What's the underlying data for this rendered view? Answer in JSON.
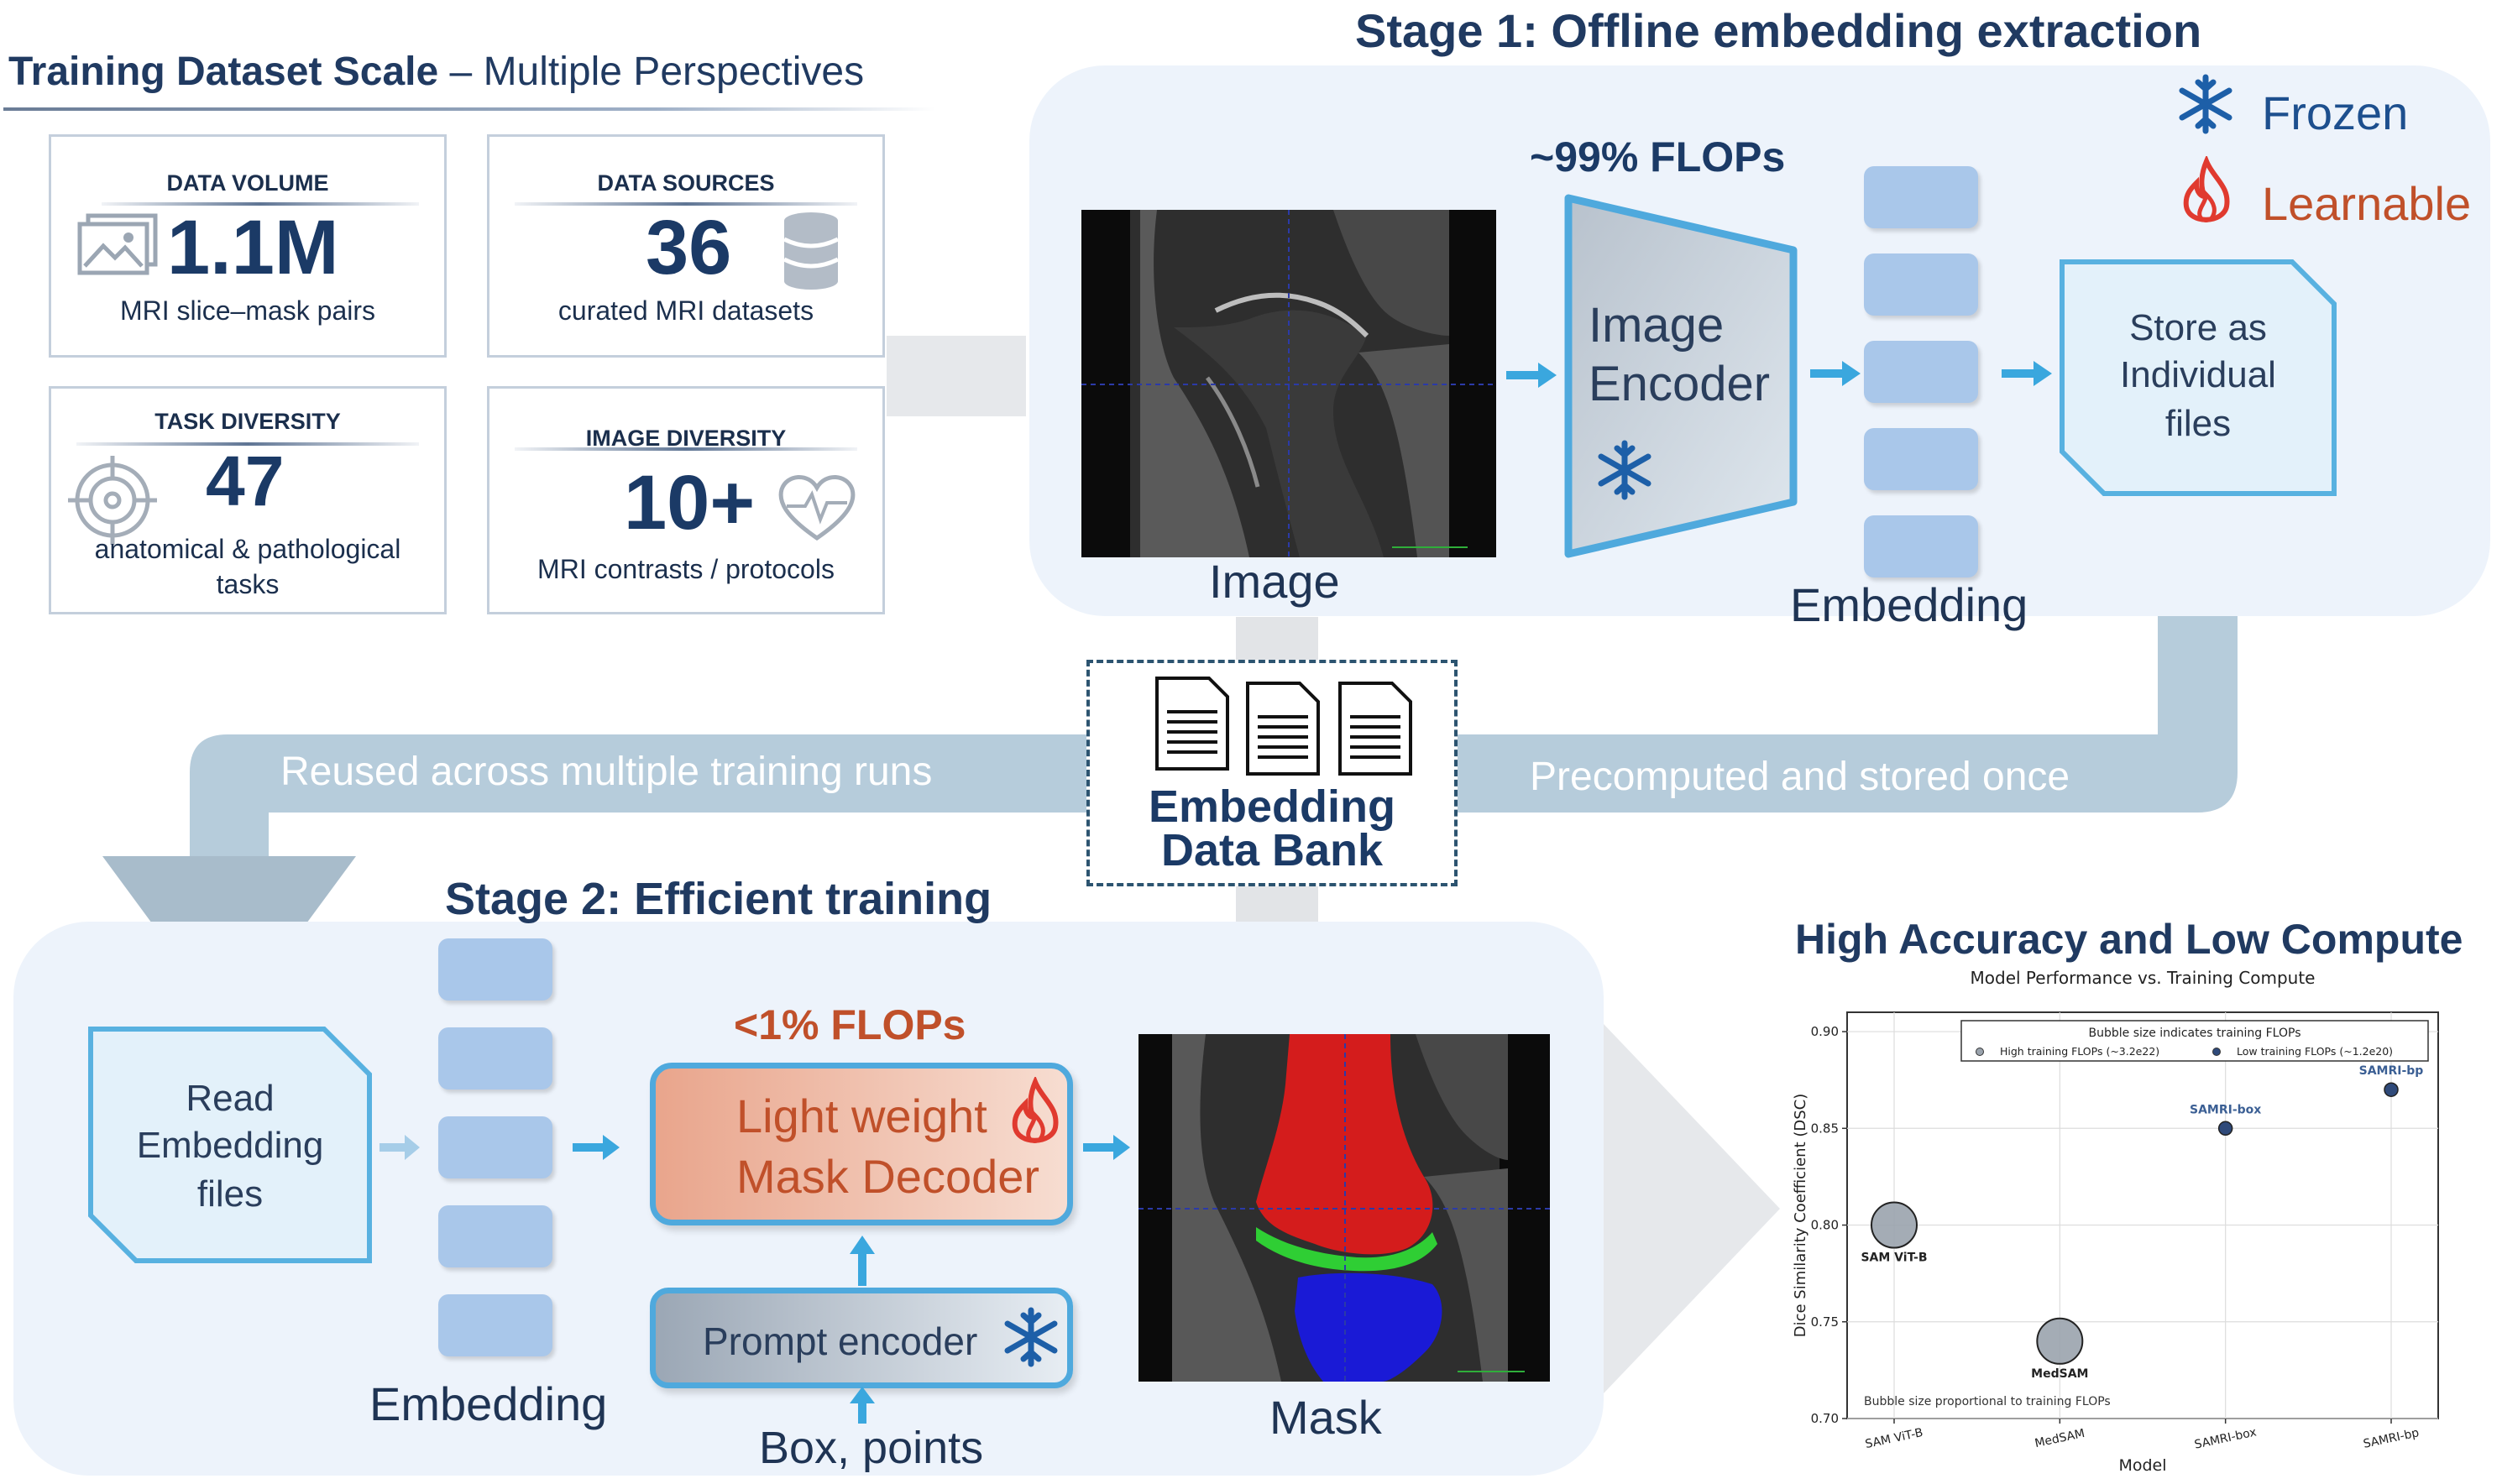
{
  "dataset": {
    "title_bold": "Training Dataset Scale",
    "title_rest": " – Multiple Perspectives",
    "cards": [
      {
        "label": "DATA VOLUME",
        "value": "1.1M",
        "sub": "MRI slice–mask pairs",
        "icon": "image-icon"
      },
      {
        "label": "DATA SOURCES",
        "value": "36",
        "sub": "curated MRI datasets",
        "icon": "database-icon"
      },
      {
        "label": "TASK DIVERSITY",
        "value": "47",
        "sub": "anatomical & pathological tasks",
        "icon": "target-icon"
      },
      {
        "label": "IMAGE DIVERSITY",
        "value": "10+",
        "sub": "MRI contrasts / protocols",
        "icon": "heart-pulse-icon"
      }
    ]
  },
  "stage1": {
    "title": "Stage 1: Offline embedding extraction",
    "flops": "~99% FLOPs",
    "image_label": "Image",
    "encoder_label_1": "Image",
    "encoder_label_2": "Encoder",
    "embedding_label": "Embedding",
    "store_label_1": "Store as",
    "store_label_2": "Individual",
    "store_label_3": "files"
  },
  "legend": {
    "frozen": "Frozen",
    "learnable": "Learnable",
    "frozen_color": "#1d5fa8",
    "learnable_color": "#c0502a"
  },
  "bank": {
    "label_1": "Embedding",
    "label_2": "Data Bank",
    "reused": "Reused across multiple training runs",
    "precomputed": "Precomputed and stored once"
  },
  "stage2": {
    "title": "Stage 2: Efficient training",
    "flops": "<1% FLOPs",
    "read_1": "Read",
    "read_2": "Embedding",
    "read_3": "files",
    "embedding_label": "Embedding",
    "decoder_1": "Light weight",
    "decoder_2": "Mask Decoder",
    "prompt_encoder": "Prompt encoder",
    "prompt_input": "Box, points",
    "mask_label": "Mask"
  },
  "chart_section": {
    "heading": "High Accuracy and Low Compute"
  },
  "chart_data": {
    "type": "scatter",
    "title": "Model Performance vs. Training Compute",
    "xlabel": "Model",
    "ylabel": "Dice Similarity Coefficient (DSC)",
    "categories": [
      "SAM ViT-B",
      "MedSAM",
      "SAMRI-box",
      "SAMRI-bp"
    ],
    "y_ticks": [
      "0.70",
      "0.75",
      "0.80",
      "0.85",
      "0.90"
    ],
    "ylim": [
      0.7,
      0.91
    ],
    "grid": true,
    "legend_position": "top-right",
    "legend_title": "Bubble size indicates training FLOPs",
    "legend_entries": [
      "High training FLOPs (~3.2e22)",
      "Low training FLOPs (~1.2e20)"
    ],
    "annotation": "Bubble size proportional to training FLOPs",
    "points": [
      {
        "label": "SAM ViT-B",
        "x": 0,
        "y": 0.8,
        "flops": "high"
      },
      {
        "label": "MedSAM",
        "x": 1,
        "y": 0.74,
        "flops": "high"
      },
      {
        "label": "SAMRI-box",
        "x": 2,
        "y": 0.85,
        "flops": "low"
      },
      {
        "label": "SAMRI-bp",
        "x": 3,
        "y": 0.87,
        "flops": "low"
      }
    ],
    "colors": {
      "high": "#9aa3ad",
      "low": "#2f4a7a",
      "label_high": "#222222",
      "label_low": "#3b5f94"
    }
  }
}
